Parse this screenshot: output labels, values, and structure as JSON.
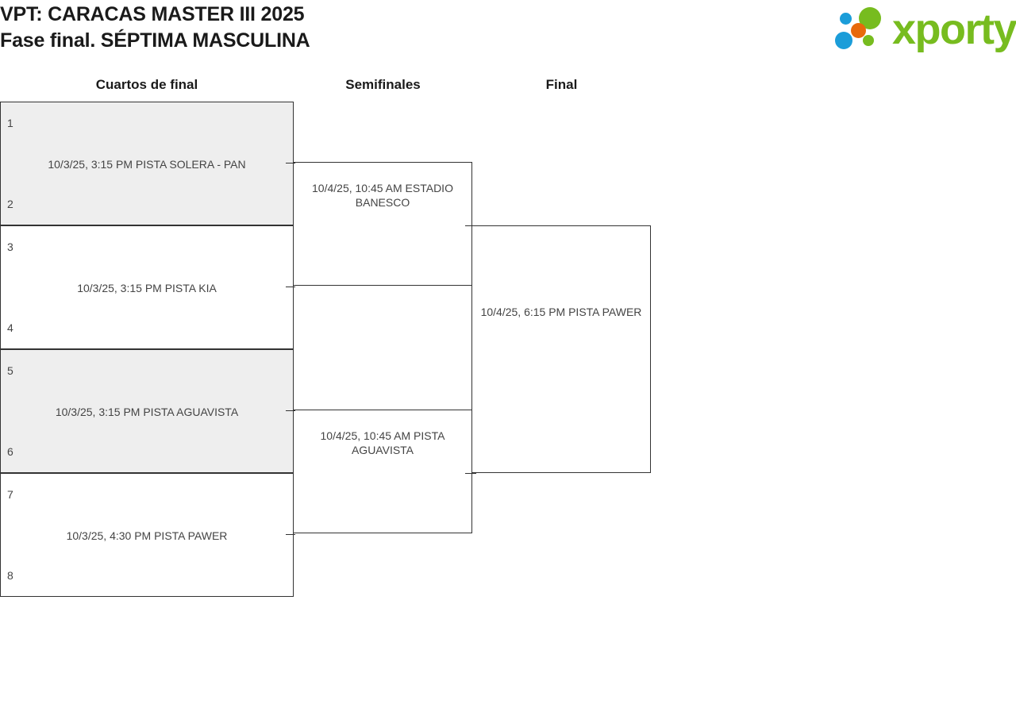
{
  "header": {
    "title_line_1": "VPT: CARACAS MASTER III 2025",
    "title_line_2": "Fase final. SÉPTIMA MASCULINA",
    "logo_text": "xporty",
    "logo_colors": {
      "green": "#77bc1f",
      "blue": "#1b9dd9",
      "orange": "#e8690b"
    }
  },
  "rounds": [
    {
      "label": "Cuartos de final"
    },
    {
      "label": "Semifinales"
    },
    {
      "label": "Final"
    }
  ],
  "bracket": {
    "quarterfinals": [
      {
        "seed_top": "1",
        "seed_bottom": "2",
        "label": "10/3/25, 3:15 PM PISTA SOLERA - PAN",
        "shaded": true
      },
      {
        "seed_top": "3",
        "seed_bottom": "4",
        "label": "10/3/25, 3:15 PM PISTA KIA",
        "shaded": false
      },
      {
        "seed_top": "5",
        "seed_bottom": "6",
        "label": "10/3/25, 3:15 PM PISTA AGUAVISTA",
        "shaded": true
      },
      {
        "seed_top": "7",
        "seed_bottom": "8",
        "label": "10/3/25, 4:30 PM PISTA PAWER",
        "shaded": false
      }
    ],
    "semifinals": [
      {
        "label": "10/4/25, 10:45 AM ESTADIO BANESCO"
      },
      {
        "label": "10/4/25, 10:45 AM PISTA AGUAVISTA"
      }
    ],
    "final": [
      {
        "label": "10/4/25, 6:15 PM PISTA PAWER"
      }
    ]
  }
}
